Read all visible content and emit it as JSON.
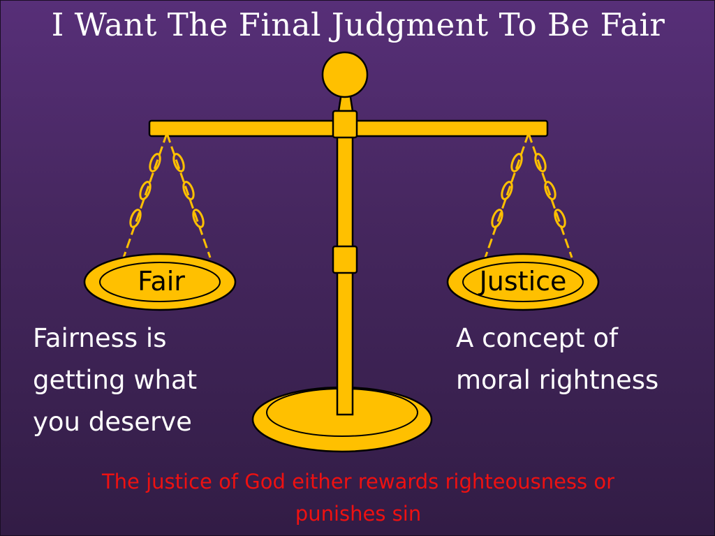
{
  "slide": {
    "title": "I Want The Final Judgment To Be Fair",
    "left_pan_label": "Fair",
    "right_pan_label": "Justice",
    "left_text_lines": [
      "Fairness is",
      "getting what",
      "you deserve"
    ],
    "right_text_lines": [
      "A concept of",
      "moral rightness"
    ],
    "footer_lines": [
      "The justice of God either rewards righteousness or",
      "punishes sin"
    ]
  },
  "colors": {
    "gold": "#ffc000",
    "outline": "#000000",
    "text": "#ffffff",
    "footer": "#ee1111"
  },
  "icons": {
    "scale": "balance-scale-icon"
  }
}
